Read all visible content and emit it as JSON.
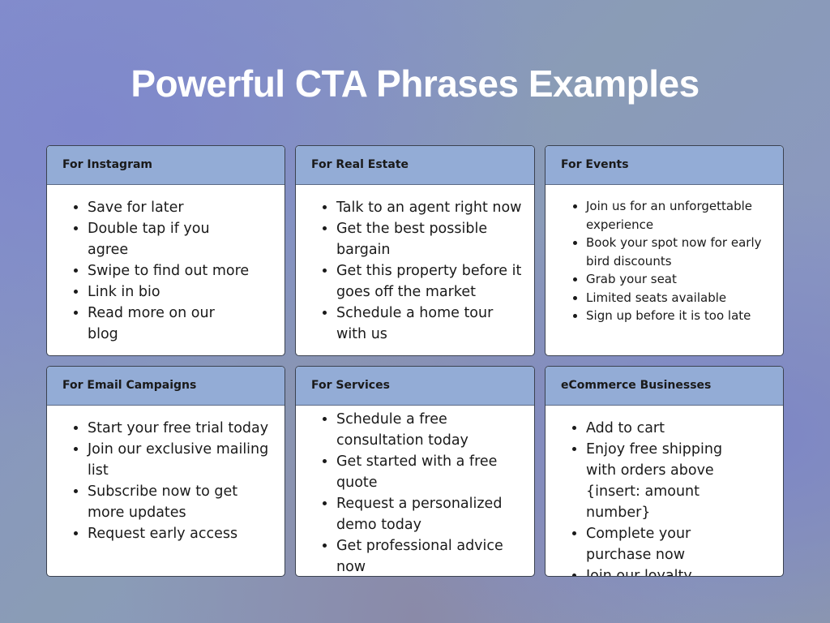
{
  "title": "Powerful CTA Phrases Examples",
  "cards": [
    {
      "header": "For Instagram",
      "items": [
        "Save for later",
        "Double tap if you agree",
        "Swipe to find out more",
        "Link in bio",
        "Read more on our blog"
      ]
    },
    {
      "header": "For Real Estate",
      "items": [
        "Talk to an agent right now",
        "Get the best possible bargain",
        "Get this property before it goes off the market",
        "Schedule a home tour with us"
      ]
    },
    {
      "header": "For Events",
      "items": [
        "Join us for an unforgettable experience",
        "Book your spot now for early bird discounts",
        "Grab your seat",
        "Limited seats available",
        "Sign up before it is too late"
      ]
    },
    {
      "header": "For Email Campaigns",
      "items": [
        "Start your free trial today",
        "Join our exclusive mailing list",
        "Subscribe now to get more updates",
        "Request early access"
      ]
    },
    {
      "header": "For Services",
      "items": [
        "Schedule a free consultation today",
        "Get started with a free quote",
        "Request a personalized demo today",
        "Get professional advice now"
      ]
    },
    {
      "header": "eCommerce Businesses",
      "items": [
        "Add to cart",
        "Enjoy free shipping with orders above {insert: amount number}",
        "Complete your purchase now",
        "Join our loyalty program"
      ]
    }
  ],
  "colors": {
    "header_bg": "#93acd6",
    "title": "#ffffff"
  }
}
